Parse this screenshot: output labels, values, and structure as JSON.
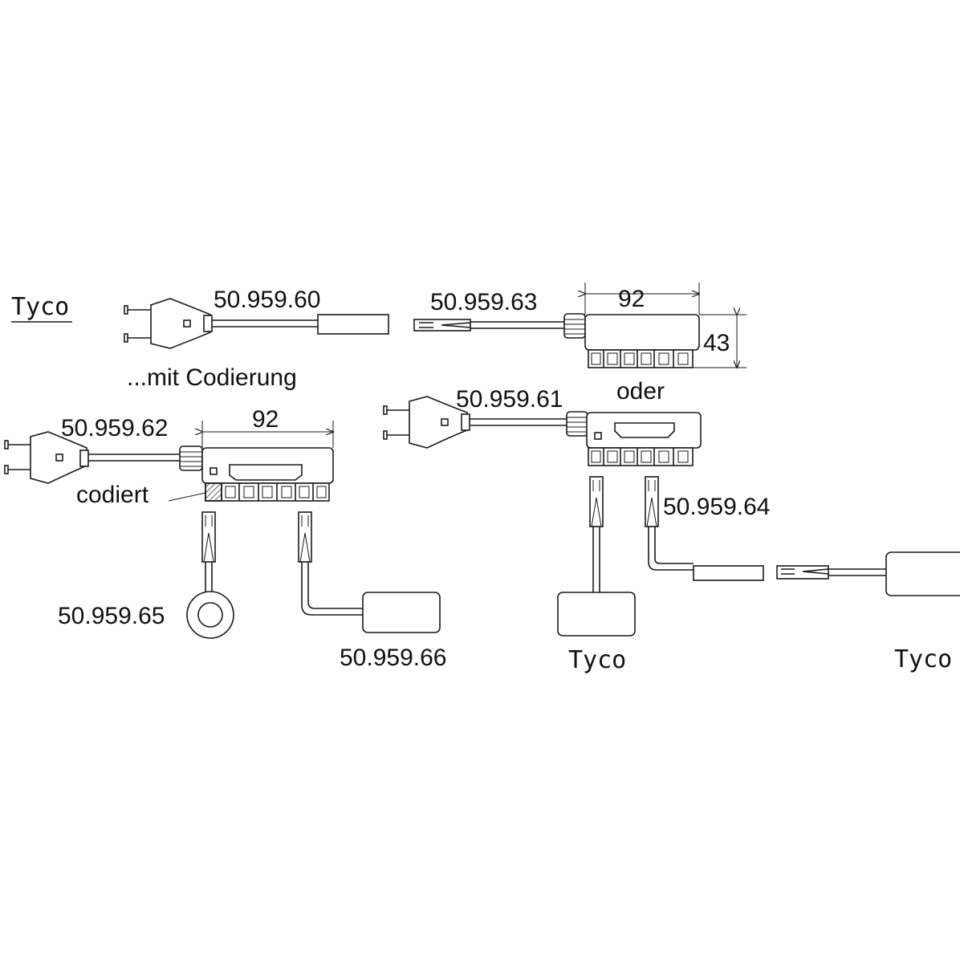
{
  "labels": {
    "tyco_title": "Tyco",
    "part_5096060": "50.959.60",
    "mit_codierung": "...mit Codierung",
    "part_5096063": "50.959.63",
    "dim_width_top": "92",
    "dim_height": "43",
    "oder": "oder",
    "part_5096061": "50.959.61",
    "part_5096062": "50.959.62",
    "dim_width_left": "92",
    "codiert": "codiert",
    "part_5096064": "50.959.64",
    "part_5096065": "50.959.65",
    "part_5096066": "50.959.66",
    "tyco_bottom_mid": "Tyco",
    "tyco_bottom_right": "Tyco"
  },
  "colors": {
    "line": "#1a1a1a",
    "text": "#111111",
    "background": "#ffffff"
  }
}
